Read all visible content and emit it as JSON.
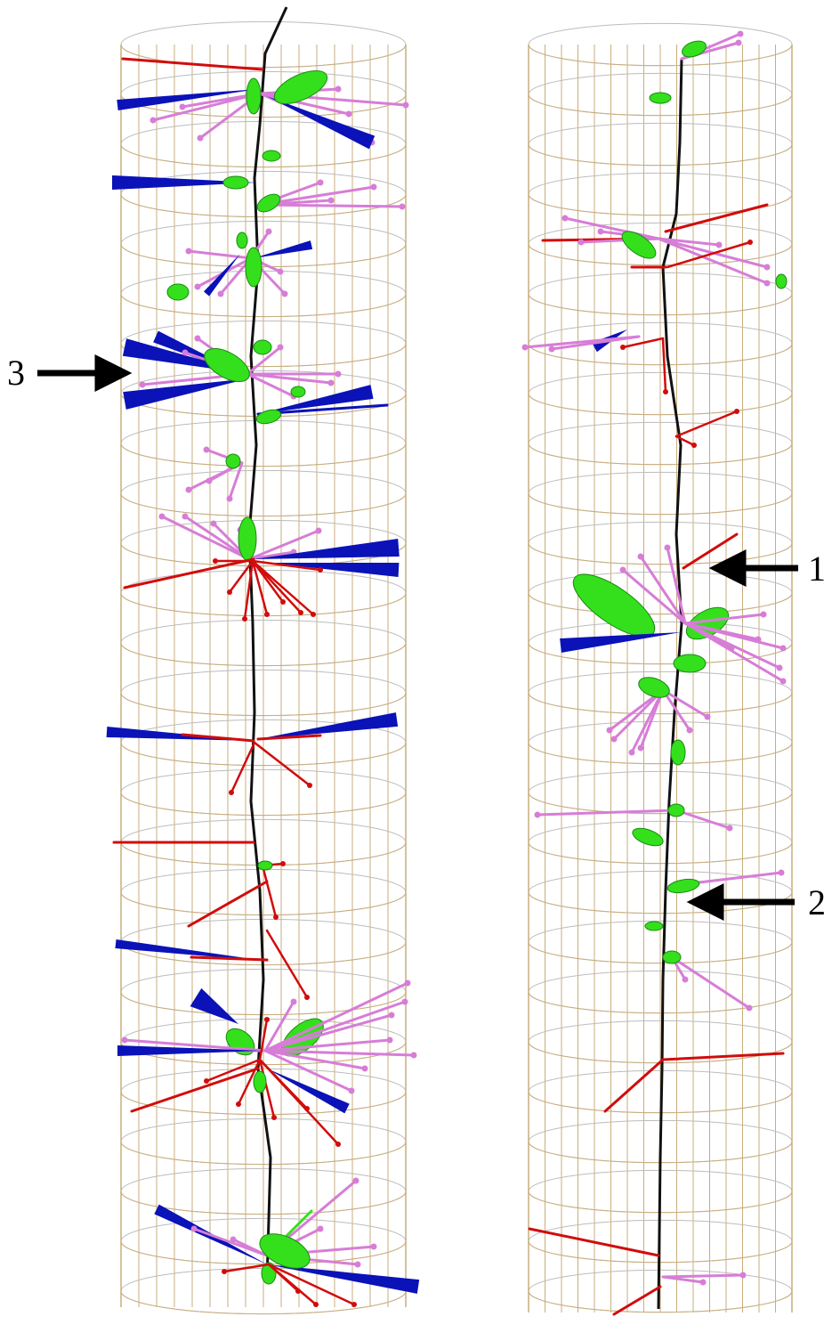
{
  "colors": {
    "mesh_tan": "#c9ad7c",
    "mesh_gray": "#bcbcbc",
    "stem": "#111111",
    "red": "#d10c0c",
    "blue": "#0a12b8",
    "pink": "#d77dd7",
    "green": "#34e01c",
    "arrow": "#000000"
  },
  "icons": {
    "leaf": "green-leaf-shape",
    "root_tip": "pink-dot"
  },
  "callouts": [
    {
      "id": "1",
      "text": "1"
    },
    {
      "id": "2",
      "text": "2"
    },
    {
      "id": "3",
      "text": "3"
    }
  ],
  "models": [
    {
      "id": "left",
      "stem_label": "main-root"
    },
    {
      "id": "right",
      "stem_label": "main-root"
    }
  ]
}
